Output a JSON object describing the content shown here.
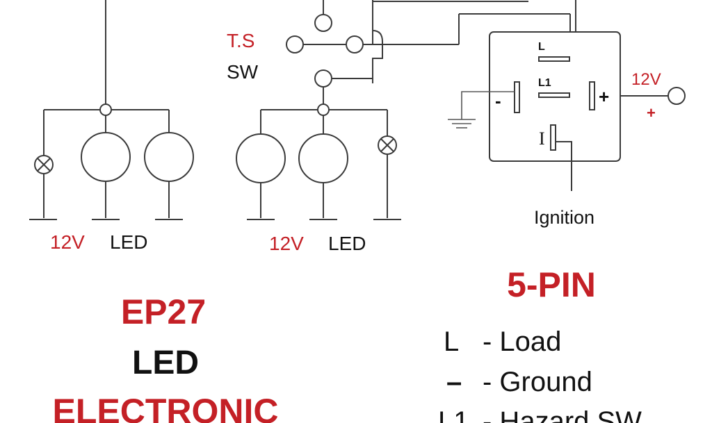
{
  "colors": {
    "accent_red": "#c42026",
    "ink": "#111111",
    "wire": "#3a3a3a"
  },
  "switch": {
    "label_top": "T.S",
    "label_bottom": "SW"
  },
  "left_group": {
    "voltage": "12V",
    "type": "LED"
  },
  "right_group": {
    "voltage": "12V",
    "type": "LED"
  },
  "flasher": {
    "pin_L": "L",
    "pin_L1": "L1",
    "pin_minus": "-",
    "pin_plus": "+",
    "pin_I": "I",
    "supply_voltage": "12V",
    "supply_polarity": "+",
    "ignition_label": "Ignition"
  },
  "title": {
    "line1": "EP27",
    "line2": "LED",
    "line3": "ELECTRONIC"
  },
  "pin_info": {
    "heading": "5-PIN",
    "items": [
      {
        "symbol": "L",
        "desc": "- Load"
      },
      {
        "symbol": "–",
        "desc": "- Ground"
      },
      {
        "symbol": "L1",
        "desc": "- Hazard SW"
      }
    ]
  }
}
